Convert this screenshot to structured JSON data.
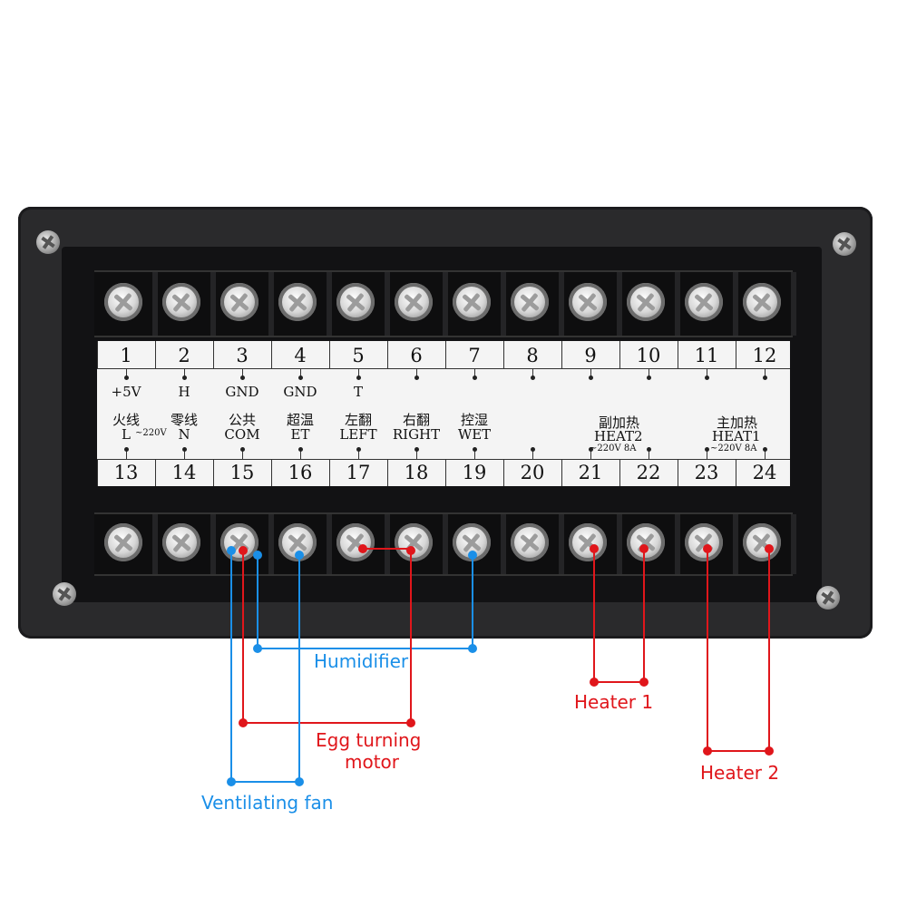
{
  "top_terminals": [
    {
      "num": "1",
      "sub": "+5V"
    },
    {
      "num": "2",
      "sub": "H"
    },
    {
      "num": "3",
      "sub": "GND"
    },
    {
      "num": "4",
      "sub": "GND"
    },
    {
      "num": "5",
      "sub": "T"
    },
    {
      "num": "6",
      "sub": ""
    },
    {
      "num": "7",
      "sub": ""
    },
    {
      "num": "8",
      "sub": ""
    },
    {
      "num": "9",
      "sub": ""
    },
    {
      "num": "10",
      "sub": ""
    },
    {
      "num": "11",
      "sub": ""
    },
    {
      "num": "12",
      "sub": ""
    }
  ],
  "bottom_terminals": [
    {
      "num": "13",
      "cn": "火线",
      "en": "L",
      "extra": "~220V"
    },
    {
      "num": "14",
      "cn": "零线",
      "en": "N",
      "extra": ""
    },
    {
      "num": "15",
      "cn": "公共",
      "en": "COM",
      "extra": ""
    },
    {
      "num": "16",
      "cn": "超温",
      "en": "ET",
      "extra": ""
    },
    {
      "num": "17",
      "cn": "左翻",
      "en": "LEFT",
      "extra": ""
    },
    {
      "num": "18",
      "cn": "右翻",
      "en": "RIGHT",
      "extra": ""
    },
    {
      "num": "19",
      "cn": "控湿",
      "en": "WET",
      "extra": ""
    },
    {
      "num": "20",
      "cn": "",
      "en": "",
      "extra": ""
    },
    {
      "num": "21",
      "cn": "",
      "en": "",
      "extra": ""
    },
    {
      "num": "22",
      "cn": "",
      "en": "",
      "extra": ""
    },
    {
      "num": "23",
      "cn": "",
      "en": "",
      "extra": ""
    },
    {
      "num": "24",
      "cn": "",
      "en": "",
      "extra": ""
    }
  ],
  "heat_groups": [
    {
      "cn": "副加热",
      "en": "HEAT2",
      "rating": "~220V 8A"
    },
    {
      "cn": "主加热",
      "en": "HEAT1",
      "rating": "~220V 8A"
    }
  ],
  "annotations": {
    "humidifier": "Humidifier",
    "egg_turning_1": "Egg turning",
    "egg_turning_2": "motor",
    "ventilating_fan": "Ventilating fan",
    "heater1": "Heater 1",
    "heater2": "Heater 2"
  },
  "colors": {
    "red": "#e0161b",
    "blue": "#1a8fe8"
  }
}
